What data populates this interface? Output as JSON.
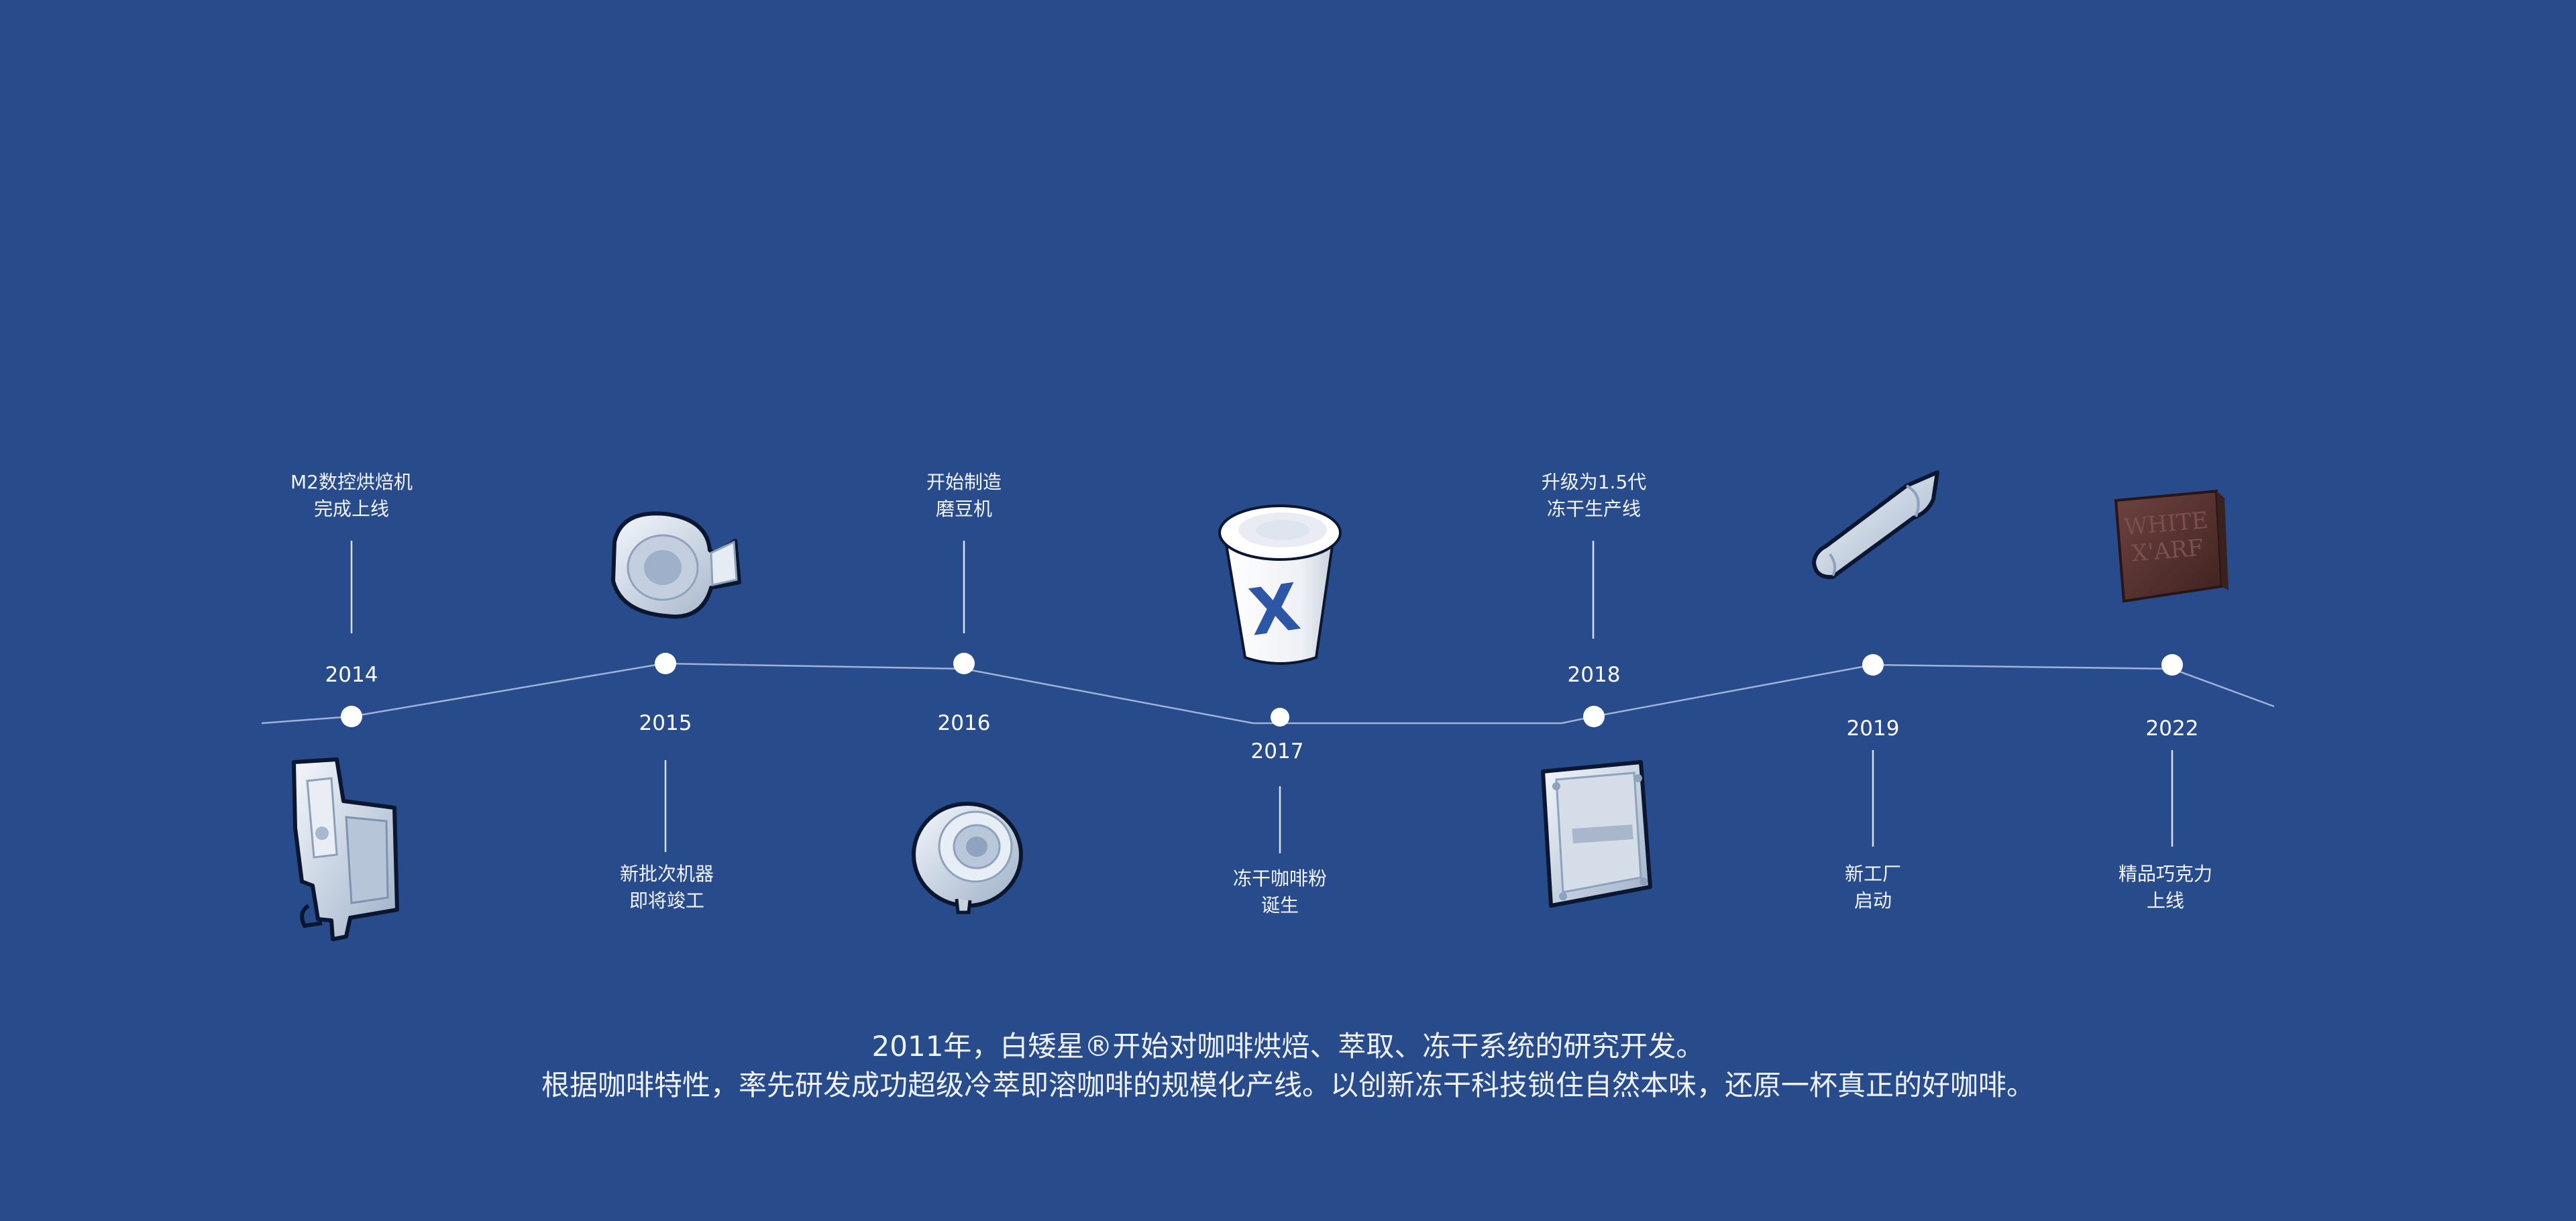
{
  "milestones": [
    {
      "year": "2014",
      "line1": "M2数控烘焙机",
      "line2": "完成上线",
      "item_icon": "drum-roaster-icon"
    },
    {
      "year": "2015",
      "line1": "新批次机器",
      "line2": "即将竣工",
      "item_icon": "blower-fan-icon"
    },
    {
      "year": "2016",
      "line1": "开始制造",
      "line2": "磨豆机",
      "item_icon": "grinder-burr-icon"
    },
    {
      "year": "2017",
      "line1": "冻干咖啡粉",
      "line2": "诞生",
      "item_icon": "coffee-cup-icon"
    },
    {
      "year": "2018",
      "line1": "升级为1.5代",
      "line2": "冻干生产线",
      "item_icon": "control-box-icon"
    },
    {
      "year": "2019",
      "line1": "新工厂",
      "line2": "启动",
      "item_icon": "nozzle-cone-icon"
    },
    {
      "year": "2022",
      "line1": "精品巧克力",
      "line2": "上线",
      "item_icon": "chocolate-bar-icon"
    }
  ],
  "cup_mark": "X",
  "chocolate_text": [
    "WHITE",
    "X'ARF"
  ],
  "footer": {
    "line1": "2011年，白矮星®开始对咖啡烘焙、萃取、冻干系统的研究开发。",
    "line2": "根据咖啡特性，率先研发成功超级冷萃即溶咖啡的规模化产线。以创新冻干科技锁住自然本味，还原一杯真正的好咖啡。"
  },
  "colors": {
    "background": "#284b8c",
    "line": "#9fb3d9",
    "dot": "#ffffff",
    "part": "#d9e2ee",
    "outline": "#0b1630",
    "chocolate": "#5a3430"
  }
}
